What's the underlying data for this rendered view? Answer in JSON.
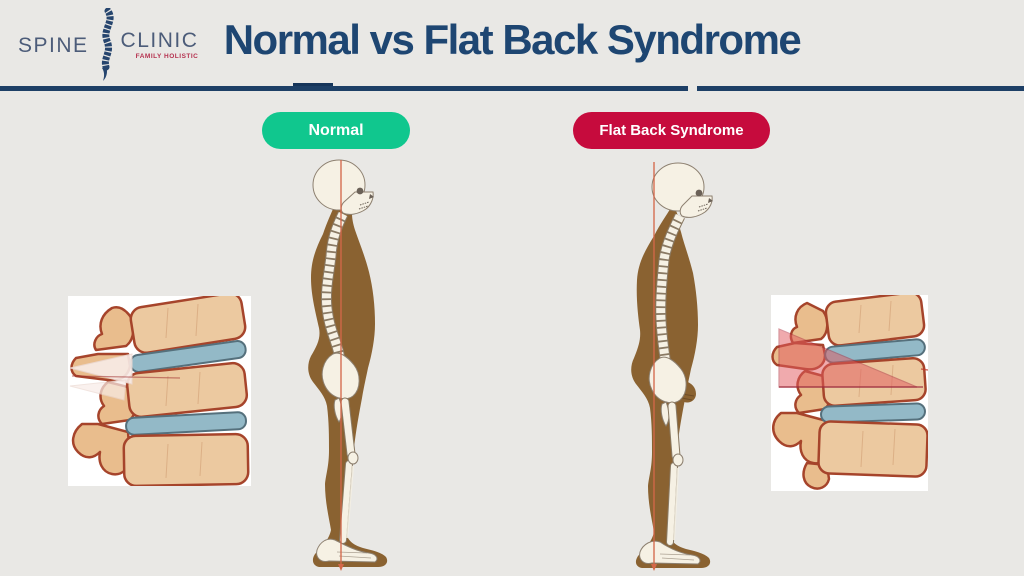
{
  "header": {
    "logo": {
      "word_left": "SPINE",
      "word_right": "CLINIC",
      "tagline": "FAMILY HOLISTIC",
      "icon": "spine-logo-icon"
    },
    "title": "Normal vs Flat Back Syndrome"
  },
  "labels": {
    "normal": "Normal",
    "flat_back": "Flat Back Syndrome"
  },
  "figures": {
    "left_figure": "normal-posture-skeleton-side-view",
    "right_figure": "flat-back-posture-skeleton-side-view",
    "left_inset": "normal-lumbar-vertebrae-illustration",
    "right_inset": "flat-back-vertebrae-red-wedge-illustration"
  },
  "colors": {
    "page_bg": "#e9e8e5",
    "title_navy": "#1e4672",
    "divider_navy": "#1d3f66",
    "badge_green": "#10c78e",
    "badge_red": "#c60b3d",
    "body_brown": "#8a6231",
    "bone_cream": "#f6f1e4",
    "plumb_line": "#d4684a",
    "vertebra_tan": "#ecc9a0",
    "disc_blue": "#93b9c7",
    "outline_rust": "#a6442b",
    "logo_navy": "#4c5c79",
    "tagline_red": "#b5314f",
    "highlight_red": "#e2585e"
  }
}
